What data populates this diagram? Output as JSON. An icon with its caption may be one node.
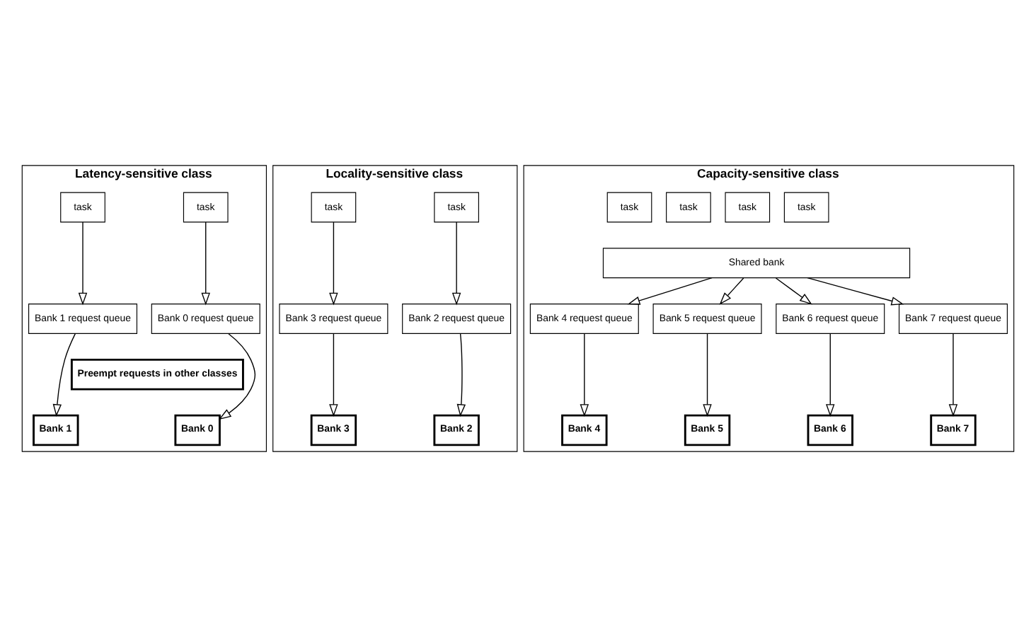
{
  "diagram": {
    "nodes": [
      {
        "text": [
          "Latency-sensitive class"
        ]
      },
      {
        "text": [
          "task"
        ],
        "in": 0
      },
      {
        "text": [
          "task"
        ],
        "in": 0
      },
      {
        "text": [
          "Bank 0 request queue"
        ],
        "in": 0
      },
      {
        "text": [
          "Bank 1 request queue"
        ],
        "in": 0
      },
      {
        "text": [
          "Preempt requests in other classes"
        ],
        "in": 0
      },
      {
        "text": [
          "Bank 0"
        ],
        "in": 0
      },
      {
        "text": [
          "Bank 1"
        ],
        "in": 0
      },
      {
        "text": [
          "Locality-sensitive class"
        ]
      },
      {
        "text": [
          "task"
        ],
        "in": 8
      },
      {
        "text": [
          "task"
        ],
        "in": 8
      },
      {
        "text": [
          "Bank 2 request queue"
        ],
        "in": 8
      },
      {
        "text": [
          "Bank 3 request queue"
        ],
        "in": 8
      },
      {
        "text": [
          "Bank 2"
        ],
        "in": 8
      },
      {
        "text": [
          "Bank 3"
        ],
        "in": 8
      },
      {
        "text": [
          "Capacity-sensitive class"
        ]
      },
      {
        "text": [
          "task"
        ],
        "in": 15
      },
      {
        "text": [
          "task"
        ],
        "in": 15
      },
      {
        "text": [
          "task"
        ],
        "in": 15
      },
      {
        "text": [
          "task"
        ],
        "in": 15
      },
      {
        "text": [
          "Shared bank"
        ],
        "in": 15
      },
      {
        "text": [
          "Bank 4 request queue"
        ],
        "in": 15
      },
      {
        "text": [
          "Bank 5 request queue"
        ],
        "in": 15
      },
      {
        "text": [
          "Bank 6 request queue"
        ],
        "in": 15
      },
      {
        "text": [
          "Bank 7 request queue"
        ],
        "in": 15
      },
      {
        "text": [
          "Bank 4"
        ],
        "in": 15
      },
      {
        "text": [
          "Bank 5"
        ],
        "in": 15
      },
      {
        "text": [
          "Bank 6"
        ],
        "in": 15
      },
      {
        "text": [
          "Bank 7"
        ],
        "in": 15
      }
    ],
    "edges": [
      {
        "from": 1,
        "to": 3,
        "arrow": "to"
      },
      {
        "from": 2,
        "to": 4,
        "arrow": "to"
      },
      {
        "from": 3,
        "to": 6,
        "arrow": "to"
      },
      {
        "from": 4,
        "to": 7,
        "arrow": "to"
      },
      {
        "from": 9,
        "to": 11,
        "arrow": "to"
      },
      {
        "from": 10,
        "to": 12,
        "arrow": "to"
      },
      {
        "from": 11,
        "to": 13,
        "arrow": "to"
      },
      {
        "from": 12,
        "to": 14,
        "arrow": "to"
      },
      {
        "from": 20,
        "to": 21,
        "arrow": "to"
      },
      {
        "from": 20,
        "to": 22,
        "arrow": "to"
      },
      {
        "from": 20,
        "to": 23,
        "arrow": "to"
      },
      {
        "from": 20,
        "to": 24,
        "arrow": "to"
      },
      {
        "from": 21,
        "to": 25,
        "arrow": "to"
      },
      {
        "from": 22,
        "to": 26,
        "arrow": "to"
      },
      {
        "from": 23,
        "to": 27,
        "arrow": "to"
      },
      {
        "from": 24,
        "to": 28,
        "arrow": "to"
      }
    ]
  }
}
